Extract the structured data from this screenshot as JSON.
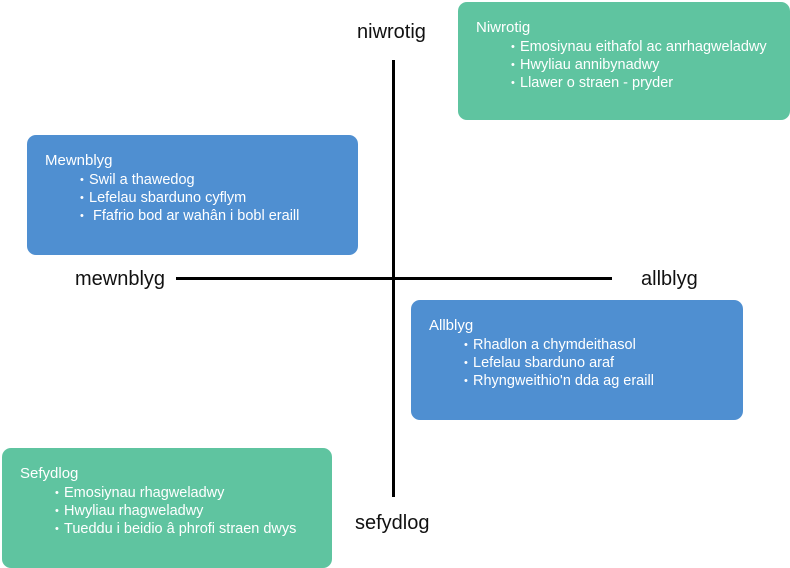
{
  "axes": {
    "top": "niwrotig",
    "bottom": "sefydlog",
    "left": "mewnblyg",
    "right": "allblyg"
  },
  "colors": {
    "green": "#5fc4a0",
    "blue": "#4f8fd1",
    "axis": "#000000"
  },
  "quadrants": {
    "neurotic": {
      "title": "Niwrotig",
      "items": [
        "Emosiynau eithafol ac anrhagweladwy",
        "Hwyliau annibynadwy",
        "Llawer o straen - pryder"
      ]
    },
    "introvert": {
      "title": "Mewnblyg",
      "items": [
        "Swil a thawedog",
        "Lefelau sbarduno cyflym",
        " Ffafrio bod ar wahân i bobl eraill"
      ]
    },
    "extrovert": {
      "title": "Allblyg",
      "items": [
        "Rhadlon a chymdeithasol",
        "Lefelau sbarduno araf",
        "Rhyngweithio'n dda ag eraill"
      ]
    },
    "stable": {
      "title": "Sefydlog",
      "items": [
        "Emosiynau rhagweladwy",
        "Hwyliau rhagweladwy",
        "Tueddu i beidio â phrofi straen dwys"
      ]
    }
  }
}
